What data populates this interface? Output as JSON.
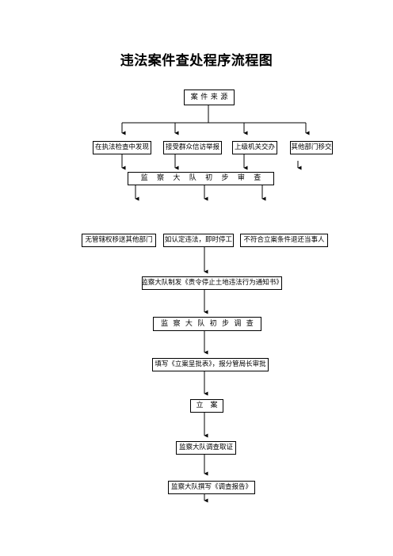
{
  "title": "违法案件查处程序流程图",
  "nodes": {
    "source": "案件来源",
    "s1": "在执法检查中发现",
    "s2": "接受群众信访举报",
    "s3": "上级机关交办",
    "s4": "其他部门移交",
    "review": "监察大队初步审查",
    "r1": "无管辖权移送其他部门",
    "r2": "如认定违法，即时停工",
    "r3": "不符合立案条件退还当事人",
    "notice": "监察大队制发《责令停止土地违法行为通知书》",
    "investigate": "监察大队初步调查",
    "approval": "填写《立案呈批表》，报分管局长审批",
    "filing": "立案",
    "evidence": "监察大队调查取证",
    "report": "监察大队撰写《调查报告》"
  }
}
